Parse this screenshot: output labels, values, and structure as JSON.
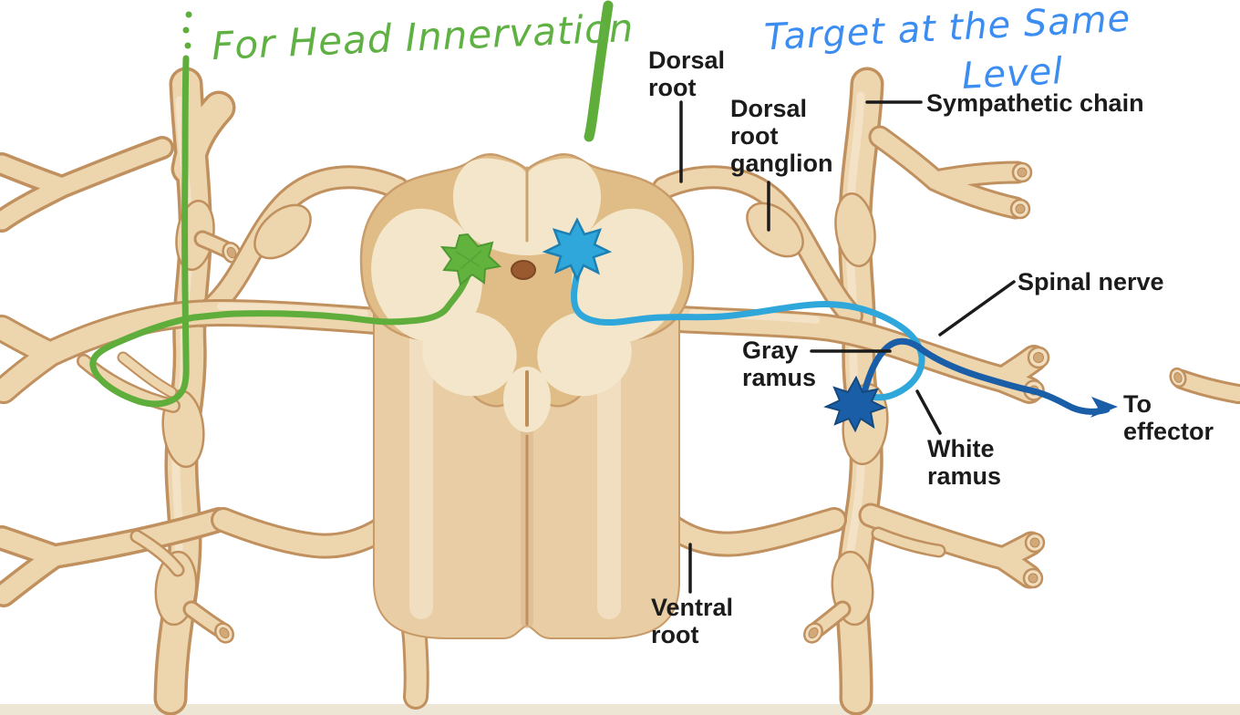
{
  "figure": {
    "handwritten_notes": {
      "head_innervation": "For Head Innervation",
      "target_same_level_line1": "Target at the Same",
      "target_same_level_line2": "Level"
    },
    "labels": {
      "dorsal_root": "Dorsal root",
      "dorsal_root_ganglion": "Dorsal root ganglion",
      "sympathetic_chain": "Sympathetic chain",
      "spinal_nerve": "Spinal nerve",
      "gray_ramus": "Gray ramus",
      "white_ramus": "White ramus",
      "to_effector": "To effector",
      "ventral_root": "Ventral root"
    },
    "colors": {
      "handwriting_green": "#5FB143",
      "handwriting_blue": "#3B8DF2",
      "green_pathway": "#5FAE3C",
      "preganglionic_fiber_blue": "#2FA7DB",
      "postganglionic_fiber_blue": "#1B5EA8",
      "nerve_fill": "#EDD5AE",
      "nerve_outline": "#C0905E",
      "gray_matter": "#E0BD87",
      "white_matter": "#F3E6CB",
      "central_canal": "#9A5A2F",
      "label_text": "#1B1B1B"
    }
  }
}
